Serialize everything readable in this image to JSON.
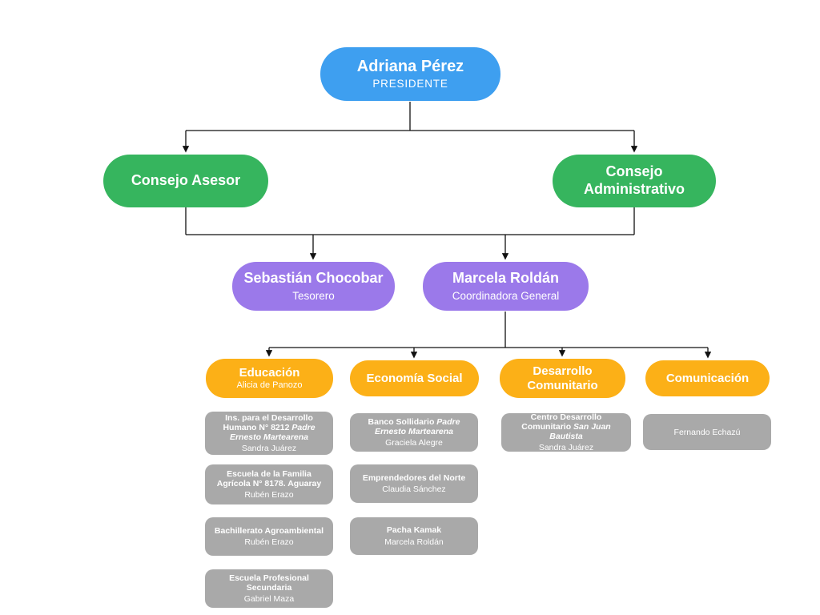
{
  "colors": {
    "president": "#3e9ff0",
    "council": "#36b55e",
    "coordinator": "#9b79ea",
    "department": "#fcb017",
    "unit": "#a9a9a9",
    "line": "#111111"
  },
  "org": {
    "president": {
      "name": "Adriana Pérez",
      "role": "PRESIDENTE"
    },
    "councils": [
      {
        "name": "Consejo Asesor"
      },
      {
        "name": "Consejo Administrativo"
      }
    ],
    "coordinators": [
      {
        "name": "Sebastián Chocobar",
        "role": "Tesorero"
      },
      {
        "name": "Marcela Roldán",
        "role": "Coordinadora General"
      }
    ],
    "departments": [
      {
        "name": "Educación",
        "lead": "Alicia de Panozo"
      },
      {
        "name": "Economía Social",
        "lead": ""
      },
      {
        "name": "Desarrollo Comunitario",
        "lead": ""
      },
      {
        "name": "Comunicación",
        "lead": ""
      }
    ],
    "units": {
      "educacion": [
        {
          "name": "Ins. para el Desarrollo Humano N° 8212 ",
          "name_italic": "Padre Ernesto Martearena",
          "person": "Sandra Juárez"
        },
        {
          "name": "Escuela de la Familia Agrícola N° 8178. Aguaray",
          "name_italic": "",
          "person": "Rubén Erazo"
        },
        {
          "name": "Bachillerato Agroambiental",
          "name_italic": "",
          "person": "Rubén Erazo"
        },
        {
          "name": "Escuela Profesional Secundaria",
          "name_italic": "",
          "person": "Gabriel Maza"
        }
      ],
      "economia_social": [
        {
          "name": "Banco Sollidario ",
          "name_italic": "Padre Ernesto Martearena",
          "person": "Graciela Alegre"
        },
        {
          "name": "Emprendedores del Norte",
          "name_italic": "",
          "person": "Claudia Sánchez"
        },
        {
          "name": "Pacha Kamak",
          "name_italic": "",
          "person": "Marcela Roldán"
        }
      ],
      "desarrollo_comunitario": [
        {
          "name": "Centro Desarrollo Comunitario ",
          "name_italic": "San Juan Bautista",
          "person": "Sandra Juárez"
        }
      ],
      "comunicacion": [
        {
          "name": "",
          "name_italic": "",
          "person": "Fernando Echazú"
        }
      ]
    }
  }
}
